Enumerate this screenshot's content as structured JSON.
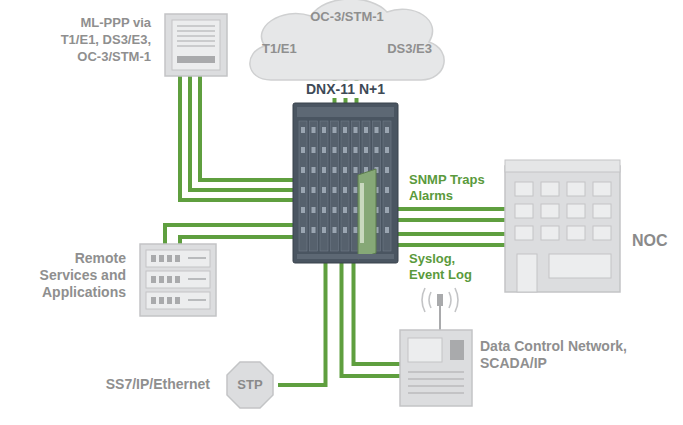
{
  "diagram": {
    "nodes": [
      {
        "text": [
          "OC-3/STM-1",
          "T1/E1",
          "DS3/E3"
        ]
      },
      {
        "text": [
          "DNX-11 N+1"
        ]
      },
      {
        "text": [
          "ML-PPP via T1/E1, DS3/E3, OC-3/STM-1"
        ]
      },
      {
        "text": [
          "Remote Services and Applications"
        ]
      },
      {
        "text": [
          "STP",
          "SS7/IP/Ethernet"
        ]
      },
      {
        "text": [
          "Data Control Network, SCADA/IP"
        ]
      },
      {
        "text": [
          "NOC"
        ]
      }
    ],
    "edges": [
      {
        "from": 1,
        "to": 0,
        "arrow": "none"
      },
      {
        "from": 1,
        "to": 2,
        "arrow": "none"
      },
      {
        "from": 1,
        "to": 3,
        "arrow": "none"
      },
      {
        "from": 1,
        "to": 4,
        "arrow": "none"
      },
      {
        "from": 1,
        "to": 5,
        "arrow": "none"
      },
      {
        "from": 1,
        "to": 6,
        "label": "SNMP Traps Alarms",
        "arrow": "none"
      },
      {
        "from": 1,
        "to": 6,
        "label": "Syslog, Event Log",
        "arrow": "none"
      }
    ]
  }
}
